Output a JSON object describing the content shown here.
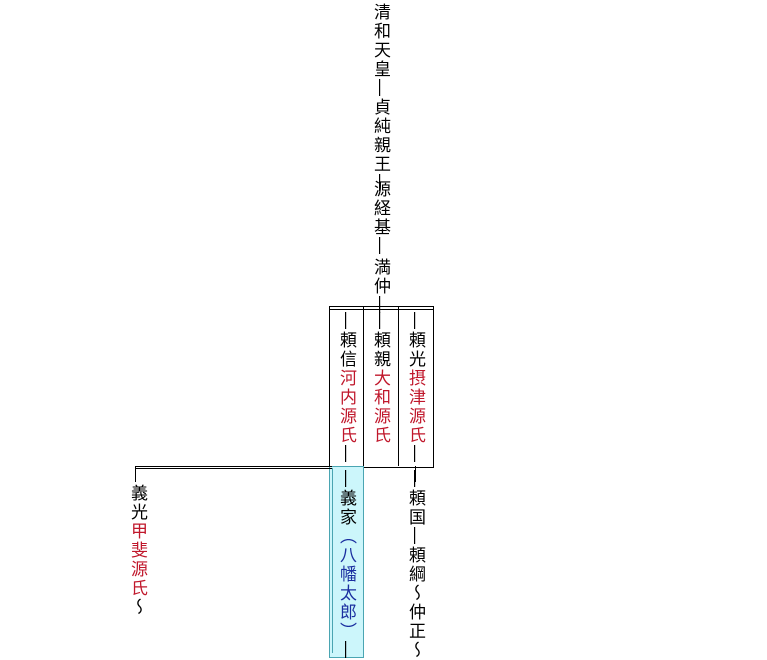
{
  "lineage": {
    "seiwa": "清和天皇",
    "sadazumi": "貞純親王",
    "tsunemoto": "源経基",
    "mitsunaka": "満仲"
  },
  "sons": {
    "yorinobu": {
      "name": "頼信",
      "clan": "河内源氏"
    },
    "yorichika": {
      "name": "頼親",
      "clan": "大和源氏"
    },
    "yorimitsu": {
      "name": "頼光",
      "clan": "摂津源氏"
    }
  },
  "grandsons": {
    "yoshimitsu": {
      "name": "義光",
      "clan": "甲斐源氏",
      "tail": "〜"
    },
    "yoshiie": {
      "name": "義家",
      "alias": "（八幡太郎）"
    },
    "yorimitsu_line": [
      "頼国",
      "頼綱〜",
      "仲正〜"
    ]
  },
  "colors": {
    "clan_red": "#c0172b",
    "alias_blue": "#1b2fa0",
    "highlight": "#ccf6fb"
  }
}
